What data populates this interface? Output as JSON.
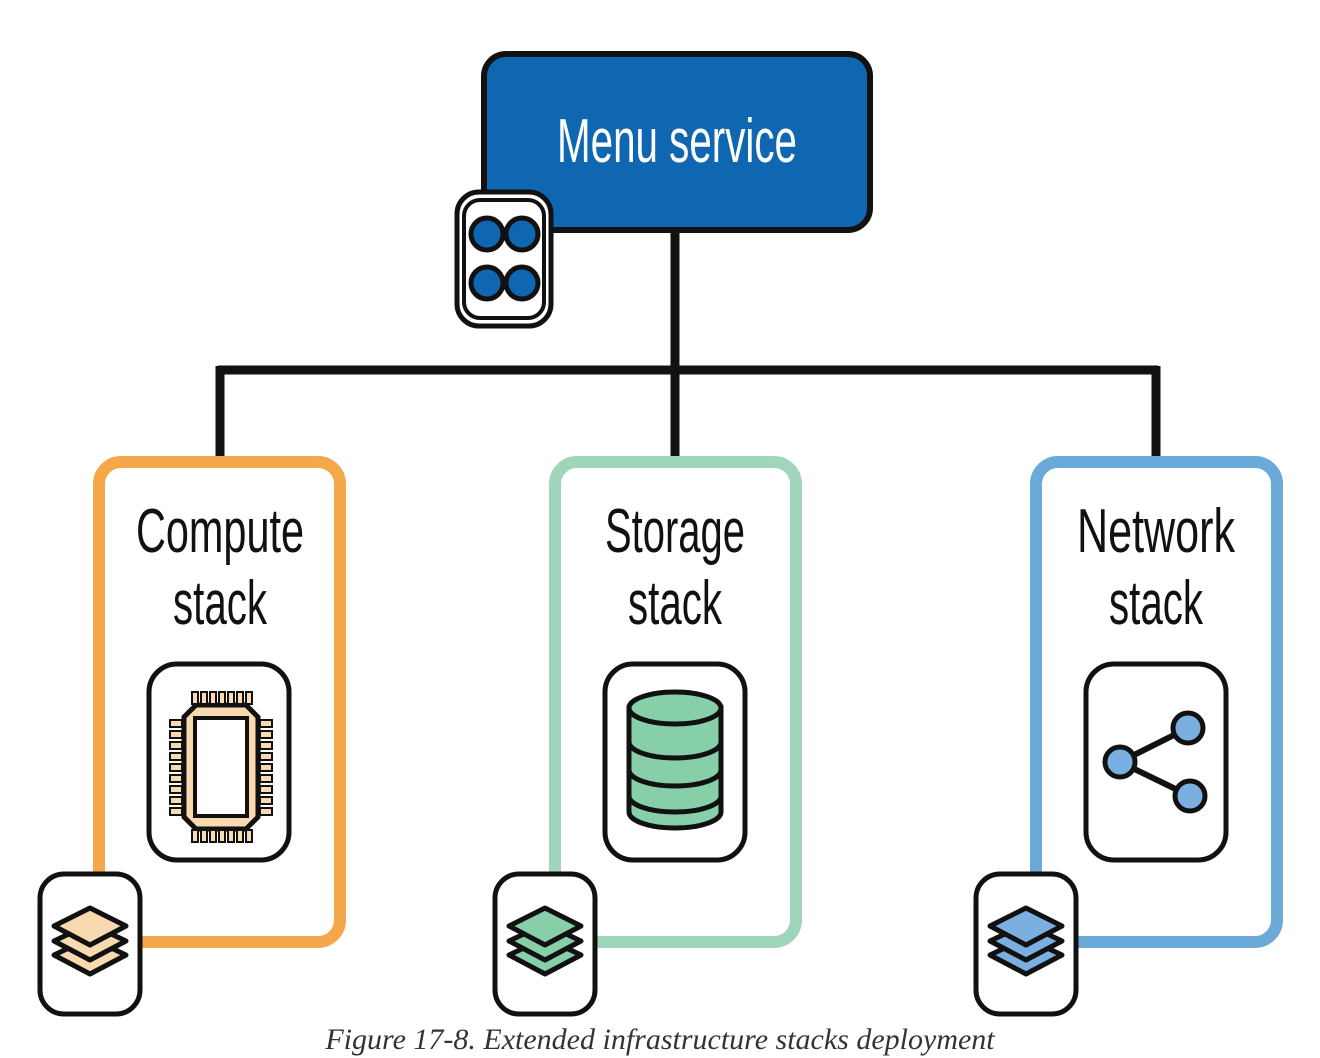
{
  "root": {
    "label": "Menu service",
    "icon": "four-dots-icon",
    "color": "#0f67b1"
  },
  "children": [
    {
      "line1": "Compute",
      "line2": "stack",
      "icon": "cpu-chip-icon",
      "stack_icon": "layers-icon",
      "border_color": "#f5a84a",
      "fill_color": "#f9d9b0"
    },
    {
      "line1": "Storage",
      "line2": "stack",
      "icon": "database-icon",
      "stack_icon": "layers-icon",
      "border_color": "#9fd6bb",
      "fill_color": "#86cfa9"
    },
    {
      "line1": "Network",
      "line2": "stack",
      "icon": "share-network-icon",
      "stack_icon": "layers-icon",
      "border_color": "#6aa9d8",
      "fill_color": "#7aafe0"
    }
  ],
  "caption": "Figure 17-8. Extended infrastructure stacks deployment"
}
